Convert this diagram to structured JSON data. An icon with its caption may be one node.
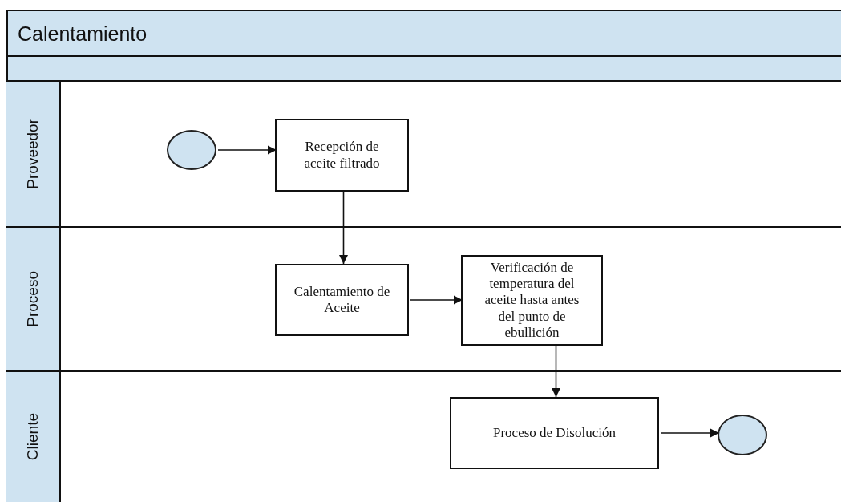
{
  "diagram": {
    "nodes": [
      {
        "text": [
          "Calentamiento"
        ]
      },
      {
        "text": [
          "Proveedor"
        ],
        "in": 0
      },
      {
        "text": [
          "Proceso"
        ],
        "in": 0
      },
      {
        "text": [
          "Cliente"
        ],
        "in": 0
      },
      {
        "text": [],
        "shape": "circle",
        "in": 1
      },
      {
        "text": [
          "Recepción de aceite filtrado"
        ],
        "in": 1
      },
      {
        "text": [
          "Calentamiento de Aceite"
        ],
        "in": 2
      },
      {
        "text": [
          "Verificación de temperatura del aceite hasta antes del punto de ebullición"
        ],
        "in": 2
      },
      {
        "text": [
          "Proceso de Disolución"
        ],
        "in": 3
      },
      {
        "text": [],
        "shape": "circle",
        "in": 3
      }
    ],
    "edges": [
      {
        "from": 4,
        "to": 5,
        "arrow": "to"
      },
      {
        "from": 5,
        "to": 6,
        "arrow": "to"
      },
      {
        "from": 6,
        "to": 7,
        "arrow": "to"
      },
      {
        "from": 7,
        "to": 8,
        "arrow": "to"
      },
      {
        "from": 8,
        "to": 9,
        "arrow": "to"
      }
    ]
  }
}
